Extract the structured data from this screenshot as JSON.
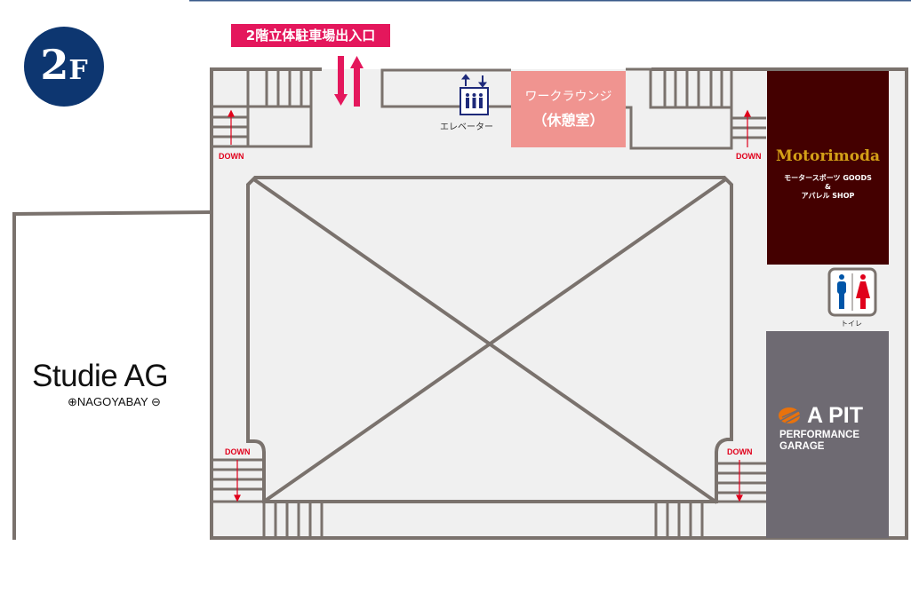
{
  "floor": {
    "label_number": "2",
    "label_suffix": "F"
  },
  "parking_entrance": {
    "label": "2階立体駐車場出入口"
  },
  "facilities": {
    "elevator": "エレベーター",
    "lounge_line1": "ワークラウンジ",
    "lounge_line2": "（休憩室）",
    "toilet": "トイレ",
    "stairs_down": "DOWN"
  },
  "shops": {
    "motorimoda": {
      "name": "Motorimoda",
      "line1": "モータースポーツ GOODS",
      "line2": "&",
      "line3": "アパレル SHOP"
    },
    "apit": {
      "name": "A PIT",
      "line1": "PERFORMANCE",
      "line2": "GARAGE"
    },
    "studie": {
      "name": "Studie AG",
      "sub": "NAGOYABAY"
    }
  },
  "colors": {
    "floor_badge": "#0d3670",
    "parking": "#e4175c",
    "lounge": "#f09490",
    "motorimoda": "#440000",
    "apit": "#6e6a72",
    "down": "#e0001b"
  }
}
